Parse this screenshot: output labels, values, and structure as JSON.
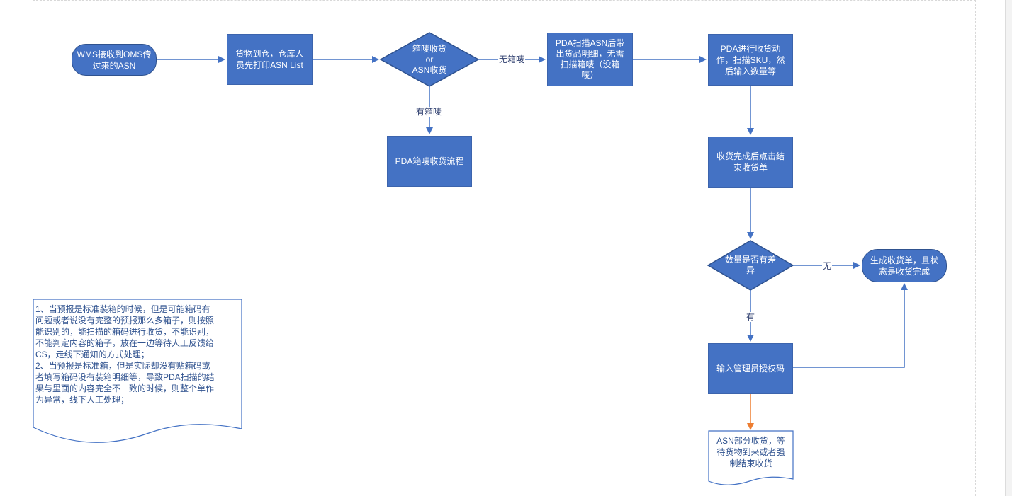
{
  "nodes": {
    "start": "WMS接收到OMS传\n过来的ASN",
    "print_list": "货物到仓，仓库人\n员先打印ASN List",
    "decision_carton": "箱唛收货\nor\nASN收货",
    "pda_scan_asn": "PDA扫描ASN后带\n出货品明细，无需\n扫描箱唛（没箱\n唛）",
    "pda_receive": "PDA进行收货动\n作，扫描SKU，然\n后输入数量等",
    "pda_carton_flow": "PDA箱唛收货流程",
    "finish_click": "收货完成后点击结\n束收货单",
    "decision_diff": "数量是否有差\n异",
    "end_generate": "生成收货单，且状\n态是收货完成",
    "admin_auth": "输入管理员授权码",
    "partial_doc": "ASN部分收货，等\n待货物到来或者强\n制结束收货"
  },
  "edge_labels": {
    "no_carton": "无箱唛",
    "has_carton": "有箱唛",
    "no_diff": "无",
    "has_diff": "有"
  },
  "note": "1、当预报是标准装箱的时候，但是可能箱码有\n问题或者说没有完整的预报那么多箱子，则按照\n能识别的，能扫描的箱码进行收货，不能识别，\n不能判定内容的箱子，放在一边等待人工反馈给\nCS，走线下通知的方式处理；\n2、当预报是标准箱，但是实际却没有贴箱码或\n者填写箱码没有装箱明细等，导致PDA扫描的结\n果与里面的内容完全不一致的时候，则整个单作\n为异常，线下人工处理；",
  "colors": {
    "fill": "#4472c4",
    "stroke": "#2f528f",
    "arrow": "#4472c4",
    "arrow_alt": "#ed7d31"
  }
}
